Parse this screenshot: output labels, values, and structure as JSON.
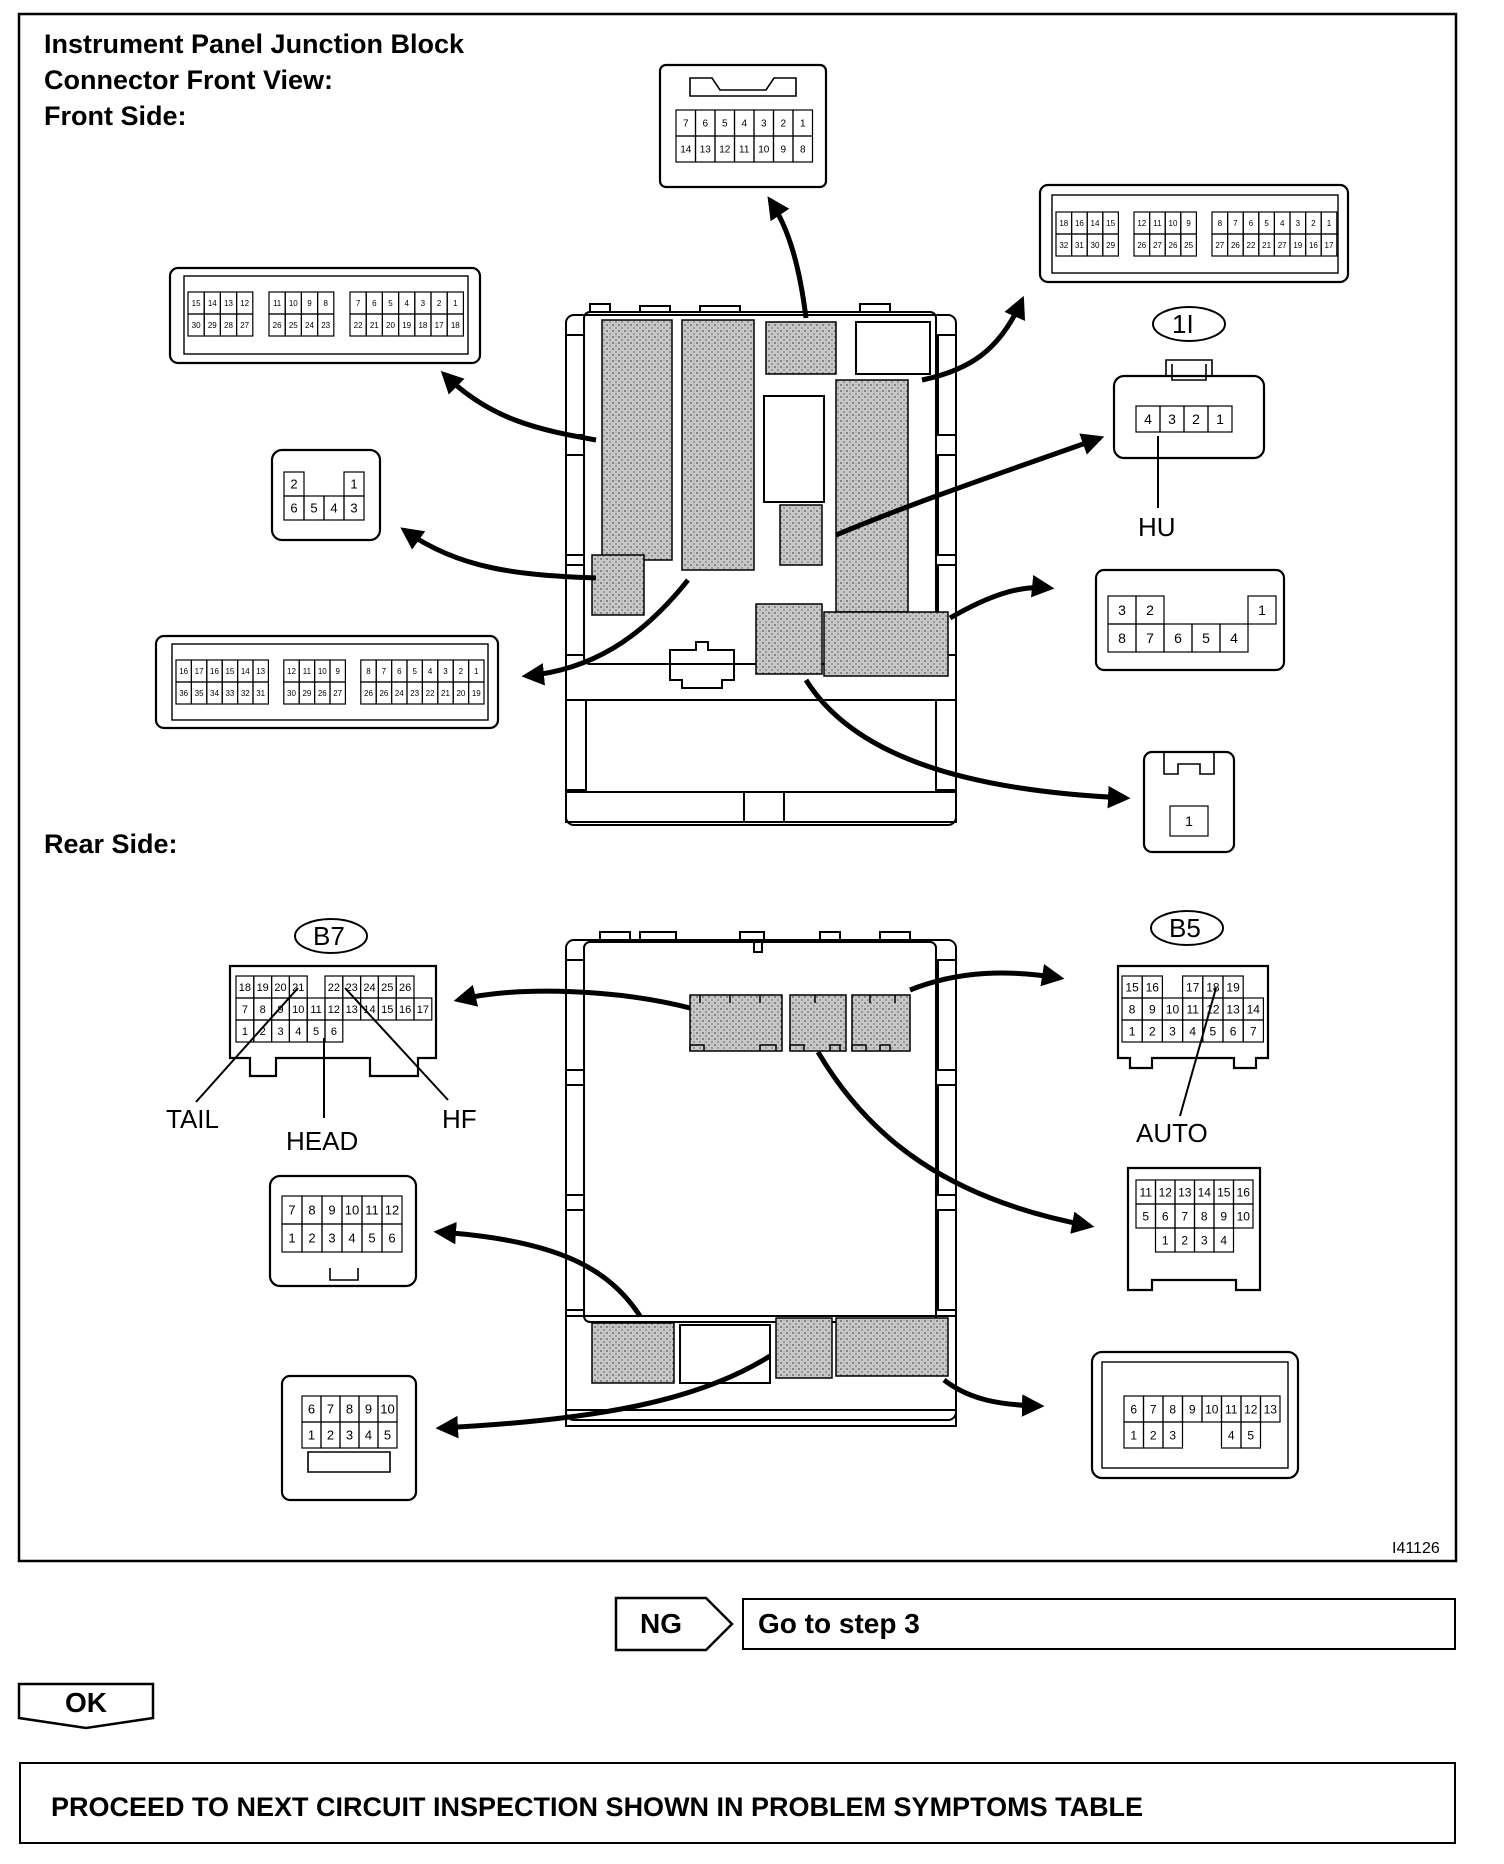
{
  "header": {
    "line1": "Instrument Panel Junction Block",
    "line2": "Connector Front View:",
    "line3": "Front Side:"
  },
  "rear_side": "Rear Side:",
  "labels": {
    "c1I": "1I",
    "hu": "HU",
    "b7": "B7",
    "b5": "B5",
    "tail": "TAIL",
    "head": "HEAD",
    "hf": "HF",
    "auto": "AUTO"
  },
  "figure_id": "I41126",
  "ng": {
    "tag": "NG",
    "action": "Go to step 3"
  },
  "ok": {
    "tag": "OK"
  },
  "proceed": "PROCEED TO NEXT CIRCUIT INSPECTION SHOWN IN PROBLEM SYMPTOMS TABLE",
  "connectors": {
    "top14": {
      "r1": [
        "7",
        "6",
        "5",
        "4",
        "3",
        "2",
        "1"
      ],
      "r2": [
        "14",
        "13",
        "12",
        "11",
        "10",
        "9",
        "8"
      ]
    },
    "tr32": {
      "r1": [
        "18",
        "16",
        "14",
        "15",
        "",
        "12",
        "11",
        "10",
        "9",
        "",
        "8",
        "7",
        "6",
        "5",
        "4",
        "3",
        "2",
        "1"
      ],
      "r2": [
        "32",
        "31",
        "30",
        "29",
        "",
        "26",
        "27",
        "26",
        "25",
        "",
        "27",
        "26",
        "22",
        "21",
        "27",
        "19",
        "16",
        "17"
      ]
    },
    "tl30": {
      "r1": [
        "15",
        "14",
        "13",
        "12",
        "",
        "11",
        "10",
        "9",
        "8",
        "",
        "7",
        "6",
        "5",
        "4",
        "3",
        "2",
        "1"
      ],
      "r2": [
        "30",
        "29",
        "28",
        "27",
        "",
        "26",
        "25",
        "24",
        "23",
        "",
        "22",
        "21",
        "20",
        "19",
        "18",
        "17",
        "18"
      ]
    },
    "c6": {
      "r1": [
        "2",
        "",
        "",
        "1"
      ],
      "r2": [
        "6",
        "5",
        "4",
        "3"
      ]
    },
    "c36": {
      "r1": [
        "16",
        "17",
        "16",
        "15",
        "14",
        "13",
        "",
        "12",
        "11",
        "10",
        "9",
        "",
        "8",
        "7",
        "6",
        "5",
        "4",
        "3",
        "2",
        "1"
      ],
      "r2": [
        "36",
        "35",
        "34",
        "33",
        "32",
        "31",
        "",
        "30",
        "29",
        "26",
        "27",
        "",
        "26",
        "26",
        "24",
        "23",
        "22",
        "21",
        "20",
        "19"
      ]
    },
    "c1I": {
      "r1": [
        "4",
        "3",
        "2",
        "1"
      ]
    },
    "c8": {
      "r1": [
        "3",
        "2",
        "",
        "",
        "",
        "1"
      ],
      "r2": [
        "8",
        "7",
        "6",
        "5",
        "4"
      ]
    },
    "c1": {
      "r1": [
        "1"
      ]
    },
    "b7": {
      "r1": [
        "18",
        "19",
        "20",
        "21",
        "",
        "22",
        "23",
        "24",
        "25",
        "26"
      ],
      "r2": [
        "7",
        "8",
        "9",
        "10",
        "11",
        "12",
        "13",
        "14",
        "15",
        "16",
        "17"
      ],
      "r3": [
        "1",
        "2",
        "3",
        "4",
        "5",
        "6"
      ]
    },
    "b5": {
      "r1": [
        "15",
        "16",
        "",
        "17",
        "18",
        "19"
      ],
      "r2": [
        "8",
        "9",
        "10",
        "11",
        "12",
        "13",
        "14"
      ],
      "r3": [
        "1",
        "2",
        "3",
        "4",
        "5",
        "6",
        "7"
      ]
    },
    "c12": {
      "r1": [
        "7",
        "8",
        "9",
        "10",
        "11",
        "12"
      ],
      "r2": [
        "1",
        "2",
        "3",
        "4",
        "5",
        "6"
      ]
    },
    "c16": {
      "r1": [
        "11",
        "12",
        "13",
        "14",
        "15",
        "16"
      ],
      "r2": [
        "5",
        "6",
        "7",
        "8",
        "9",
        "10"
      ],
      "r3": [
        "1",
        "2",
        "3",
        "4"
      ]
    },
    "c10": {
      "r1": [
        "6",
        "7",
        "8",
        "9",
        "10"
      ],
      "r2": [
        "1",
        "2",
        "3",
        "4",
        "5"
      ]
    },
    "c13": {
      "r1": [
        "6",
        "7",
        "8",
        "9",
        "10",
        "11",
        "12",
        "13"
      ],
      "r2": [
        "1",
        "2",
        "3",
        "",
        "",
        "4",
        "5"
      ]
    }
  }
}
